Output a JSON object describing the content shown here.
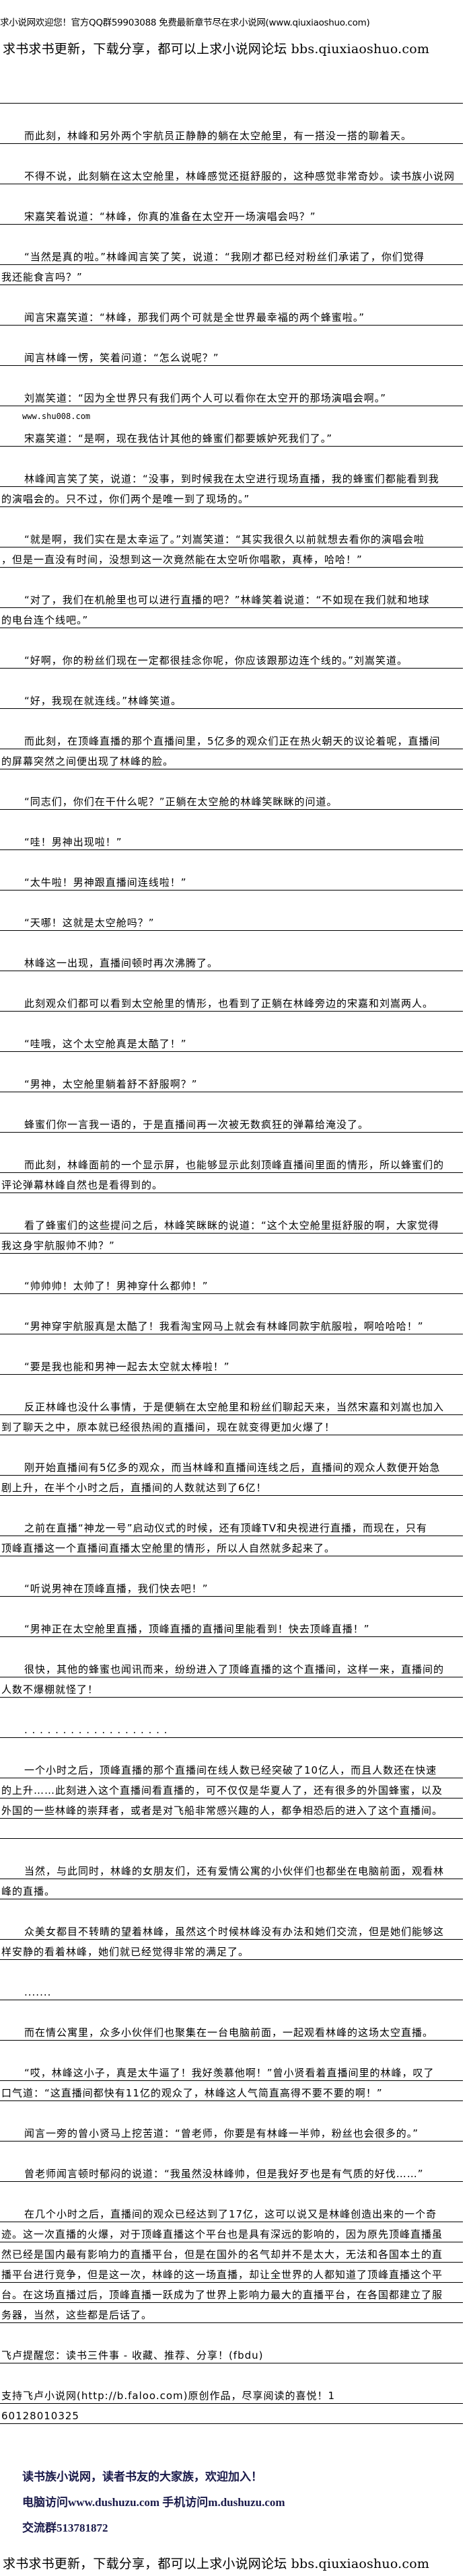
{
  "header": {
    "welcome": "求小说网欢迎您！官方QQ群59903088 免费最新章节尽在求小说网(www.qiuxiaoshuo.com)",
    "forum": "求书求书更新，下载分享，都可以上求小说网论坛 bbs.qiuxiaoshuo.com"
  },
  "watermark": "www.shu008.com",
  "paragraphs": [
    {
      "lines": [
        "而此刻，林峰和另外两个宇航员正静静的躺在太空舱里，有一搭没一搭的聊着天。"
      ]
    },
    {
      "lines": [
        "不得不说，此刻躺在这太空舱里，林峰感觉还挺舒服的，这种感觉非常奇妙。读书族小说网"
      ]
    },
    {
      "lines": [
        "宋嘉笑着说道：“林峰，你真的准备在太空开一场演唱会吗？”"
      ]
    },
    {
      "lines": [
        "“当然是真的啦。”林峰闻言笑了笑，说道：“我刚才都已经对粉丝们承诺了，你们觉得",
        "我还能食言吗？”"
      ]
    },
    {
      "lines": [
        "闻言宋嘉笑道：“林峰，那我们两个可就是全世界最幸福的两个蜂蜜啦。”"
      ]
    },
    {
      "lines": [
        "闻言林峰一愣，笑着问道：“怎么说呢？”"
      ]
    },
    {
      "lines": [
        "刘嵩笑道：“因为全世界只有我们两个人可以看你在太空开的那场演唱会啊。”"
      ],
      "watermark_after": true
    },
    {
      "lines": [
        "宋嘉笑道：“是啊，现在我估计其他的蜂蜜们都要嫉妒死我们了。”"
      ]
    },
    {
      "lines": [
        "林峰闻言笑了笑，说道：“没事，到时候我在太空进行现场直播，我的蜂蜜们都能看到我",
        "的演唱会的。只不过，你们两个是唯一到了现场的。”"
      ]
    },
    {
      "lines": [
        "“就是啊，我们实在是太幸运了。”刘嵩笑道：“其实我很久以前就想去看你的演唱会啦",
        "，但是一直没有时间，没想到这一次竟然能在太空听你唱歌，真棒，哈哈！”"
      ]
    },
    {
      "lines": [
        "“对了，我们在机舱里也可以进行直播的吧？”林峰笑着说道：“不如现在我们就和地球",
        "的电台连个线吧。”"
      ]
    },
    {
      "lines": [
        "“好啊，你的粉丝们现在一定都很挂念你呢，你应该跟那边连个线的。”刘嵩笑道。"
      ]
    },
    {
      "lines": [
        "“好，我现在就连线。”林峰笑道。"
      ]
    },
    {
      "lines": [
        "而此刻，在顶峰直播的那个直播间里，5亿多的观众们正在热火朝天的议论着呢，直播间",
        "的屏幕突然之间便出现了林峰的脸。"
      ]
    },
    {
      "lines": [
        "“同志们，你们在干什么呢？”正躺在太空舱的林峰笑眯眯的问道。"
      ]
    },
    {
      "lines": [
        "“哇！男神出现啦！”"
      ]
    },
    {
      "lines": [
        "“太牛啦！男神跟直播间连线啦！”"
      ]
    },
    {
      "lines": [
        "“天哪！这就是太空舱吗？”"
      ]
    },
    {
      "lines": [
        "林峰这一出现，直播间顿时再次沸腾了。"
      ]
    },
    {
      "lines": [
        "此刻观众们都可以看到太空舱里的情形，也看到了正躺在林峰旁边的宋嘉和刘嵩两人。"
      ]
    },
    {
      "lines": [
        "“哇哦，这个太空舱真是太酷了！”"
      ]
    },
    {
      "lines": [
        "“男神，太空舱里躺着舒不舒服啊？”"
      ]
    },
    {
      "lines": [
        "蜂蜜们你一言我一语的，于是直播间再一次被无数疯狂的弹幕给淹没了。"
      ]
    },
    {
      "lines": [
        "而此刻，林峰面前的一个显示屏，也能够显示此刻顶峰直播间里面的情形，所以蜂蜜们的",
        "评论弹幕林峰自然也是看得到的。"
      ]
    },
    {
      "lines": [
        "看了蜂蜜们的这些提问之后，林峰笑眯眯的说道：“这个太空舱里挺舒服的啊，大家觉得",
        "我这身宇航服帅不帅？”"
      ]
    },
    {
      "lines": [
        "“帅帅帅！太帅了！男神穿什么都帅！”"
      ]
    },
    {
      "lines": [
        "“男神穿宇航服真是太酷了！我看淘宝网马上就会有林峰同款宇航服啦，啊哈哈哈！”"
      ]
    },
    {
      "lines": [
        "“要是我也能和男神一起去太空就太棒啦！”"
      ]
    },
    {
      "lines": [
        "反正林峰也没什么事情，于是便躺在太空舱里和粉丝们聊起天来，当然宋嘉和刘嵩也加入",
        "到了聊天之中，原本就已经很热闹的直播间，现在就变得更加火爆了！"
      ]
    },
    {
      "lines": [
        "刚开始直播间有5亿多的观众，而当林峰和直播间连线之后，直播间的观众人数便开始急",
        "剧上升，在半个小时之后，直播间的人数就达到了6亿！"
      ]
    },
    {
      "lines": [
        "之前在直播“神龙一号”启动仪式的时候，还有顶峰TV和央视进行直播，而现在，只有",
        "顶峰直播这一个直播间直播太空舱里的情形，所以人自然就多起来了。"
      ]
    },
    {
      "lines": [
        "“听说男神在顶峰直播，我们快去吧！”"
      ]
    },
    {
      "lines": [
        "“男神正在太空舱里直播，顶峰直播的直播间里能看到！快去顶峰直播！”"
      ]
    },
    {
      "lines": [
        "很快，其他的蜂蜜也闻讯而来，纷纷进入了顶峰直播的这个直播间，这样一来，直播间的",
        "人数不爆棚就怪了！"
      ]
    },
    {
      "lines": [
        ". .  . . . . . . . . . . . . .  . . . ."
      ]
    },
    {
      "lines": [
        "一个小时之后，顶峰直播的那个直播间在线人数已经突破了10亿人，而且人数还在快速",
        "的上升……此刻进入这个直播间看直播的，可不仅仅是华夏人了，还有很多的外国蜂蜜，以及",
        "外国的一些林峰的崇拜者，或者是对飞船非常感兴趣的人，都争相恐后的进入了这个直播间。",
        ""
      ]
    },
    {
      "lines": [
        "当然，与此同时，林峰的女朋友们，还有爱情公寓的小伙伴们也都坐在电脑前面，观看林",
        "峰的直播。"
      ]
    },
    {
      "lines": [
        "众美女都目不转睛的望着林峰，虽然这个时候林峰没有办法和她们交流，但是她们能够这",
        "样安静的看着林峰，她们就已经觉得非常的满足了。"
      ]
    },
    {
      "lines": [
        "......."
      ]
    },
    {
      "lines": [
        "而在情公寓里，众多小伙伴们也聚集在一台电脑前面，一起观看林峰的这场太空直播。"
      ]
    },
    {
      "lines": [
        "“哎，林峰这小子，真是太牛逼了！我好羡慕他啊！”曾小贤看着直播间里的林峰，叹了",
        "口气道：“这直播间都快有11亿的观众了，林峰这人气简直高得不要不要的啊！”"
      ]
    },
    {
      "lines": [
        "闻言一旁的曾小贤马上挖苦道：“曾老师，你要是有林峰一半帅，粉丝也会很多的。”"
      ]
    },
    {
      "lines": [
        "曾老师闻言顿时郁闷的说道：“我虽然没林峰帅，但是我好歹也是有气质的好伐……”"
      ]
    },
    {
      "lines": [
        "在几个小时之后，直播间的观众已经达到了17亿，这可以说又是林峰创造出来的一个奇",
        "迹。这一次直播的火爆，对于顶峰直播这个平台也是具有深远的影响的，因为原先顶峰直播虽",
        "然已经是国内最有影响力的直播平台，但是在国外的名气却并不是太大，无法和各国本土的直",
        "播平台进行竞争，但是这一次，林峰的这一场直播，却让全世界的人都知道了顶峰直播这个平",
        "台。在这场直播过后，顶峰直播一跃成为了世界上影响力最大的直播平台，在各国都建立了服",
        "务器，当然，这些都是后话了。"
      ]
    },
    {
      "lines": [
        "飞卢提醒您：读书三件事 - 收藏、推荐、分享！(fbdu)"
      ],
      "noindent": true
    },
    {
      "lines": [
        "支持飞卢小说网(http://b.faloo.com)原创作品，尽享阅读的喜悦！1",
        "60128010325"
      ],
      "noindent": true
    }
  ],
  "promo": {
    "line1": "读书族小说网，读者书友的大家族，欢迎加入！",
    "line2": "电脑访问www.dushuzu.com 手机访问m.dushuzu.com",
    "line3": "交流群513781872"
  },
  "footer": {
    "forum": "求书求书更新，下载分享，都可以上求小说网论坛 bbs.qiuxiaoshuo.com"
  }
}
